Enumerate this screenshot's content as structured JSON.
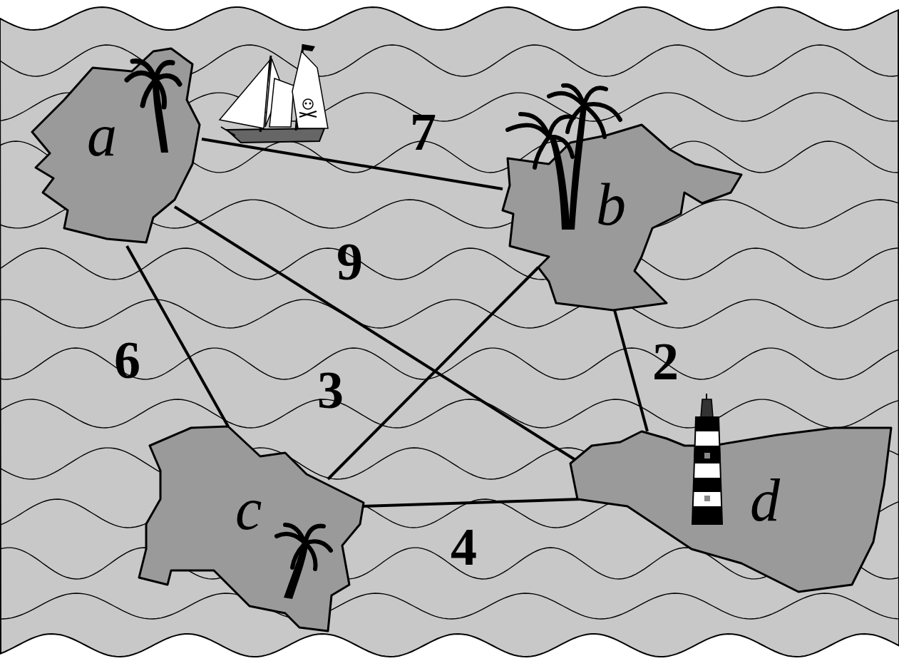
{
  "diagram": {
    "nodes": [
      {
        "text": [
          "a"
        ]
      },
      {
        "text": [
          "b"
        ]
      },
      {
        "text": [
          "c"
        ]
      },
      {
        "text": [
          "d"
        ]
      }
    ],
    "edges": [
      {
        "from": 0,
        "to": 1,
        "arrow": "none",
        "label": "7"
      },
      {
        "from": 0,
        "to": 3,
        "arrow": "none",
        "label": "9"
      },
      {
        "from": 0,
        "to": 2,
        "arrow": "none",
        "label": "6"
      },
      {
        "from": 1,
        "to": 2,
        "arrow": "none",
        "label": "3"
      },
      {
        "from": 1,
        "to": 3,
        "arrow": "none",
        "label": "2"
      },
      {
        "from": 2,
        "to": 3,
        "arrow": "none",
        "label": "4"
      }
    ]
  }
}
